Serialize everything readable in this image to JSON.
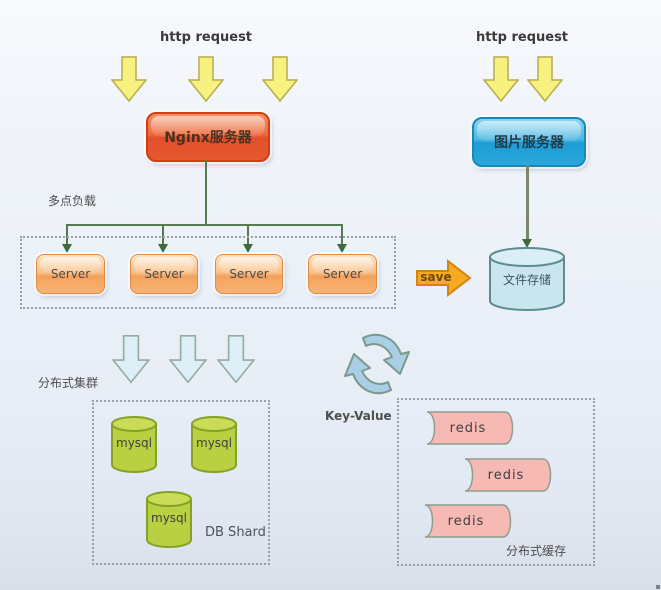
{
  "left_flow": {
    "http_request_label": "http request",
    "nginx_label": "Nginx服务器",
    "load_balance_label": "多点负载",
    "servers": [
      "Server",
      "Server",
      "Server",
      "Server"
    ]
  },
  "right_flow": {
    "http_request_label": "http request",
    "image_server_label": "图片服务器",
    "save_label": "save",
    "file_storage_label": "文件存储"
  },
  "db_cluster": {
    "label": "分布式集群",
    "mysql_nodes": [
      "mysql",
      "mysql",
      "mysql"
    ],
    "db_shard_label": "DB Shard"
  },
  "cache_cluster": {
    "key_value_label": "Key-Value",
    "redis_nodes": [
      "redis",
      "redis",
      "redis"
    ],
    "cache_label": "分布式缓存"
  },
  "colors": {
    "yellow_arrow_fill": "#f7f180",
    "yellow_arrow_stroke": "#b5ad4e",
    "light_blue_arrow_fill": "#dceff6",
    "light_blue_arrow_stroke": "#93ac9f",
    "nginx_box": "#e8552a",
    "server_box": "#f5a55c",
    "image_server_box": "#2ba6da",
    "file_storage_fill": "#c9e6ef",
    "mysql_fill": "#b9d043",
    "redis_fill": "#f6b9b3",
    "save_arrow_fill": "#f7a922",
    "connector_green": "#587a50",
    "sync_icon_fill": "#a9cfe7"
  }
}
